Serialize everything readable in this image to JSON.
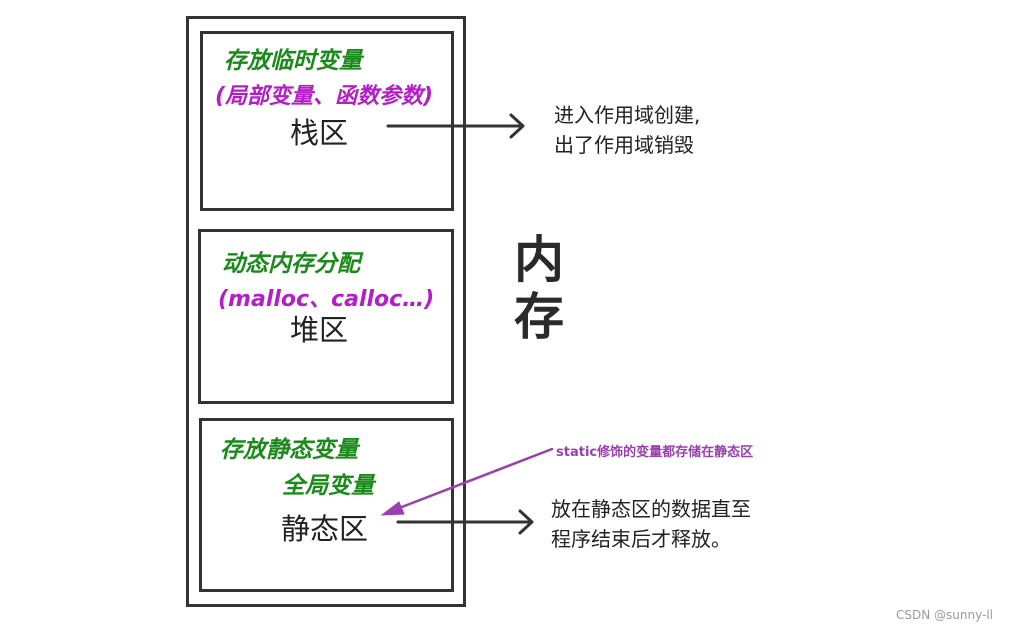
{
  "memory_label": [
    "内",
    "存"
  ],
  "regions": {
    "stack": {
      "name": "栈区",
      "note_line1": "存放临时变量",
      "note_line2": "(局部变量、函数参数)"
    },
    "heap": {
      "name": "堆区",
      "note_line1": "动态内存分配",
      "note_line2": "(malloc、calloc…)"
    },
    "static": {
      "name": "静态区",
      "note_line1": "存放静态变量",
      "note_line2": "全局变量"
    }
  },
  "descriptions": {
    "stack": [
      "进入作用域创建,",
      "出了作用域销毁"
    ],
    "static": [
      "放在静态区的数据直至",
      "程序结束后才释放。"
    ]
  },
  "annotation": "static修饰的变量都存储在静态区",
  "watermark": "CSDN @sunny-ll",
  "colors": {
    "handwritten_green": "#1a8a1a",
    "handwritten_purple": "#b31ec7",
    "annotation_purple": "#9a3fb0",
    "border": "#333333"
  }
}
